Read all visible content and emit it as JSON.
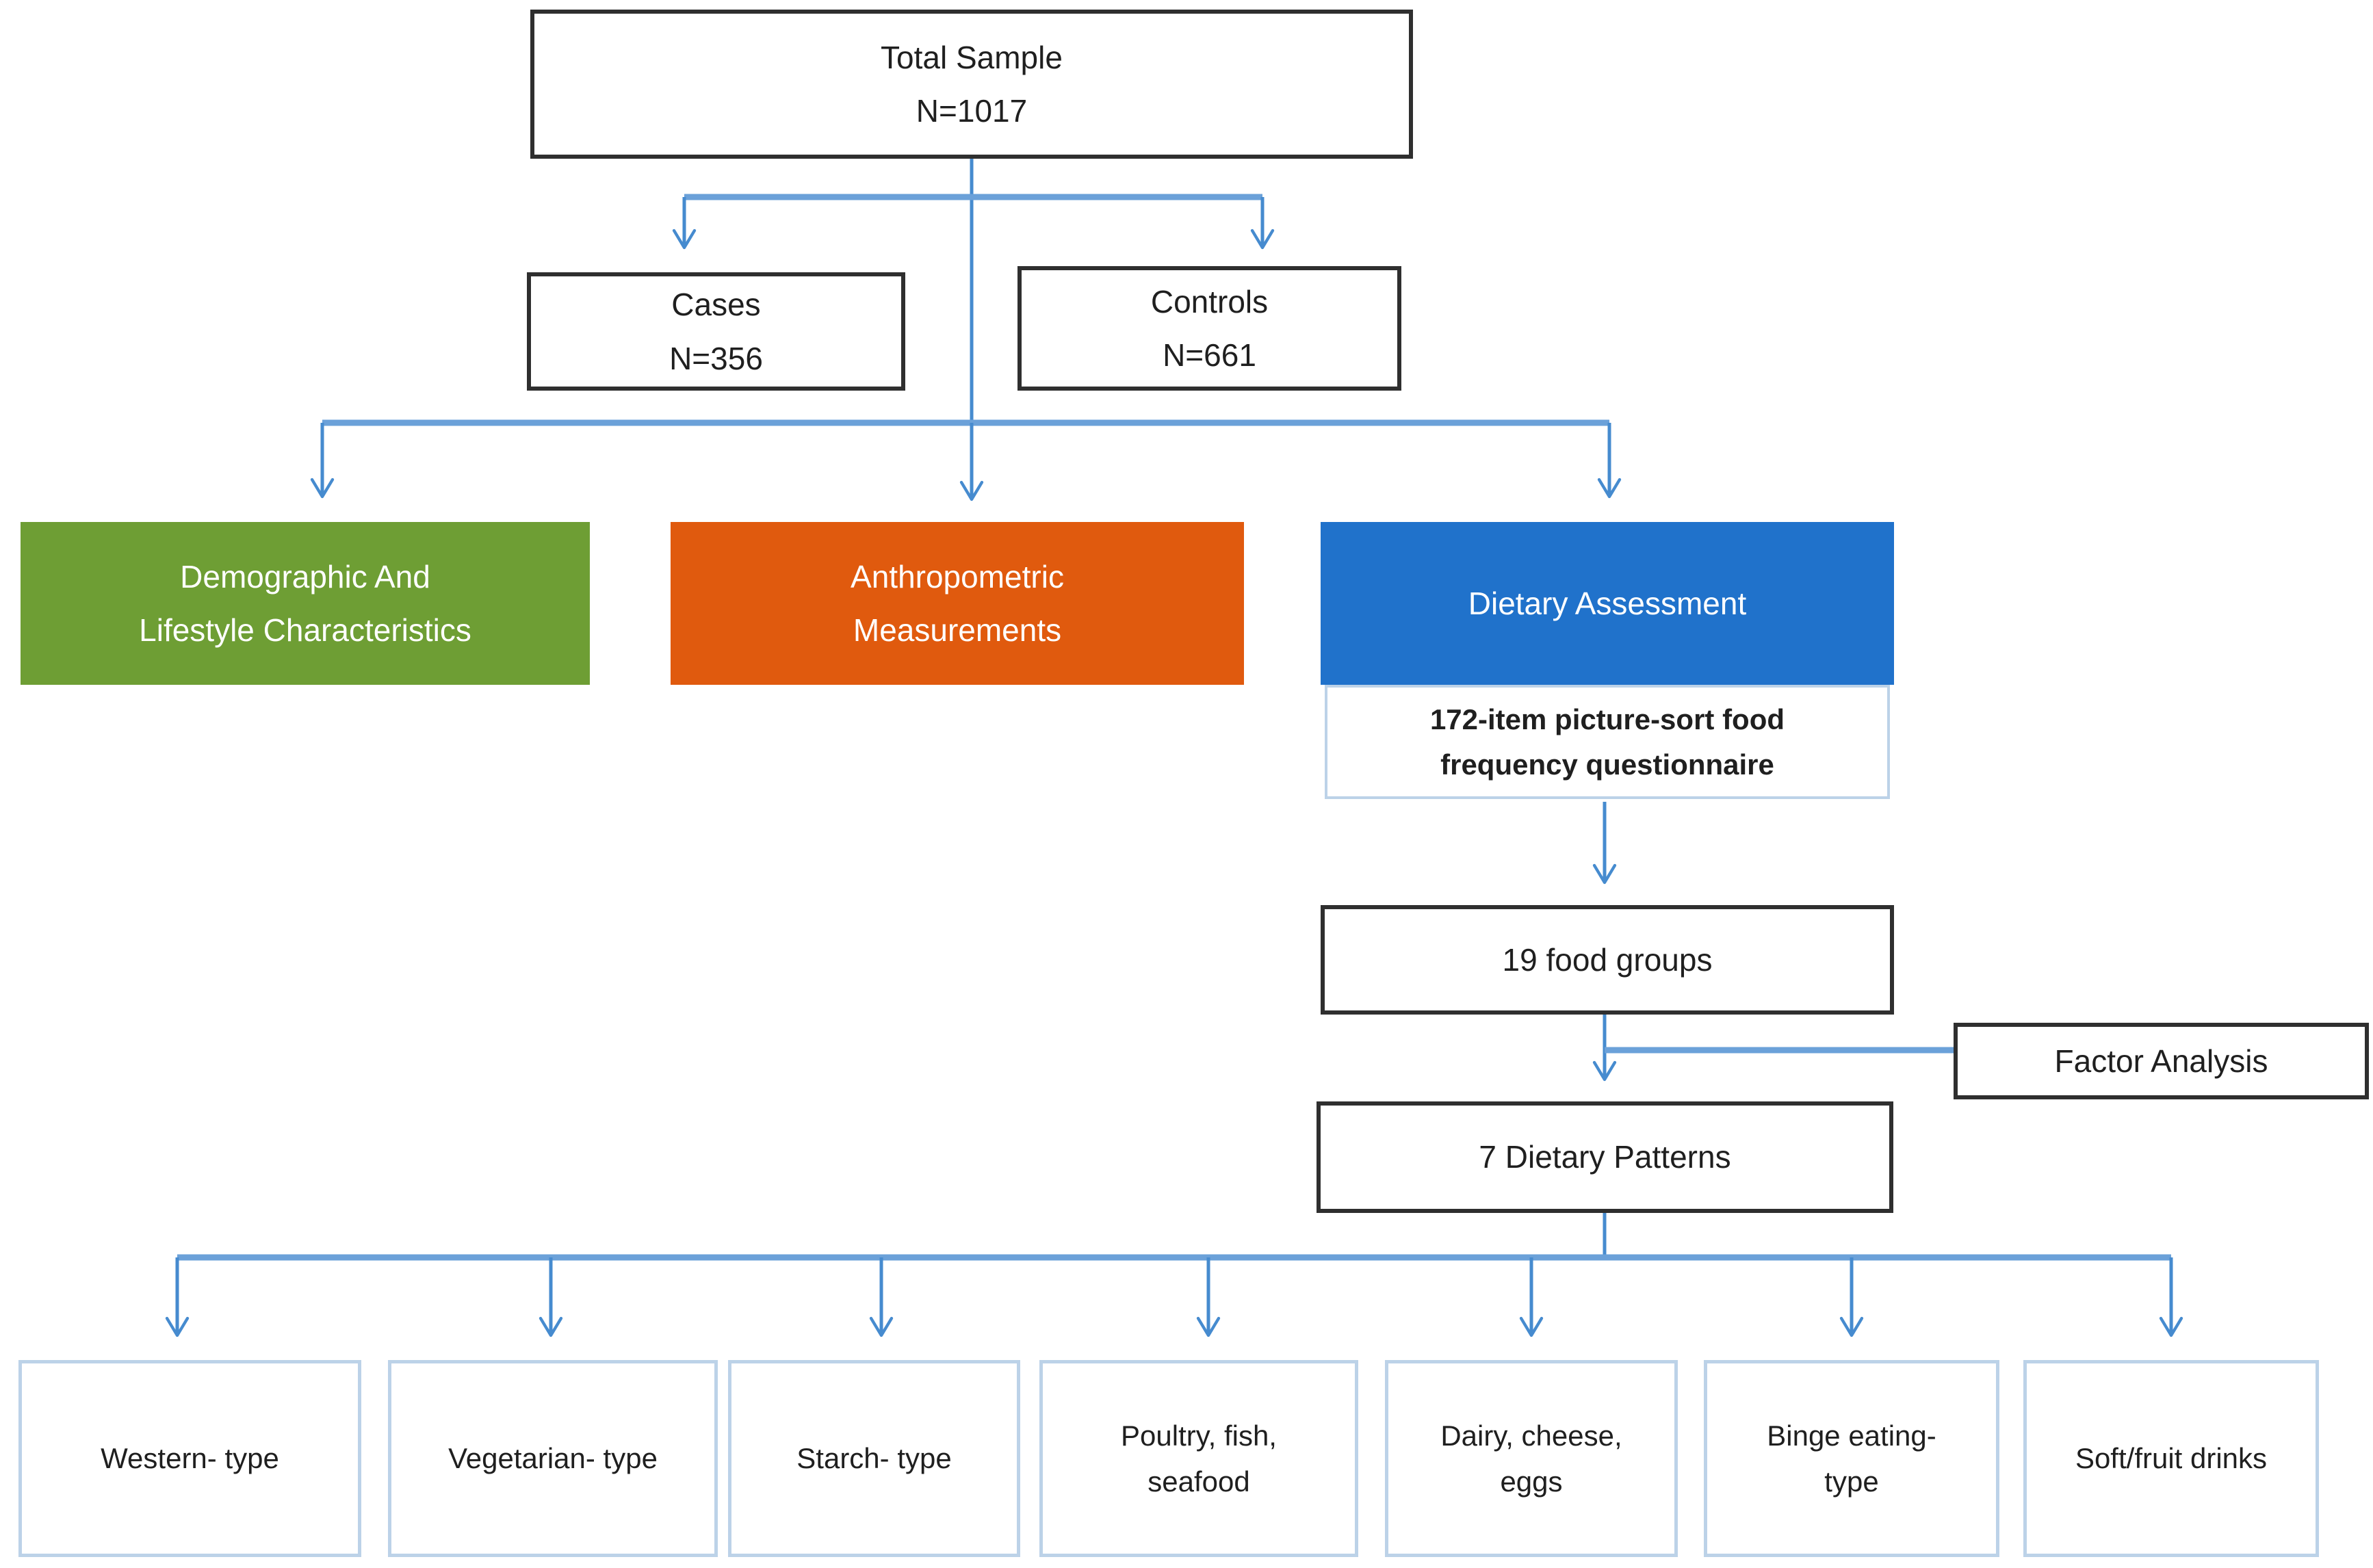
{
  "nodes": {
    "total_sample": {
      "line1": "Total Sample",
      "line2": "N=1017"
    },
    "cases": {
      "line1": "Cases",
      "line2": "N=356"
    },
    "controls": {
      "line1": "Controls",
      "line2": "N=661"
    },
    "demographic": {
      "line1": "Demographic And",
      "line2": "Lifestyle Characteristics"
    },
    "anthropometric": {
      "line1": "Anthropometric",
      "line2": "Measurements"
    },
    "dietary": {
      "label": "Dietary Assessment"
    },
    "ffq": {
      "line1": "172-item picture-sort food",
      "line2": "frequency questionnaire"
    },
    "food_groups": {
      "label": "19 food groups"
    },
    "factor_analysis": {
      "label": "Factor Analysis"
    },
    "dietary_patterns": {
      "label": "7 Dietary Patterns"
    }
  },
  "dietary_pattern_types": [
    {
      "line1": "Western- type"
    },
    {
      "line1": "Vegetarian- type"
    },
    {
      "line1": "Starch- type"
    },
    {
      "line1": "Poultry, fish,",
      "line2": "seafood"
    },
    {
      "line1": "Dairy, cheese,",
      "line2": "eggs"
    },
    {
      "line1": "Binge eating-",
      "line2": "type"
    },
    {
      "line1": "Soft/fruit drinks"
    }
  ],
  "colors": {
    "demographic_green": "#6e9e34",
    "anthropometric_orange": "#e05a0e",
    "dietary_blue": "#2072cb",
    "connector_horizontal_blue": "#6ba1d9",
    "connector_arrow_blue": "#468bcf",
    "light_box_border": "#bcd2e8",
    "dark_box_border": "#2f2f2f",
    "background": "#ffffff"
  }
}
